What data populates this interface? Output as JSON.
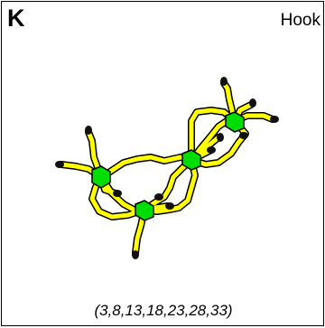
{
  "panel": {
    "letter": "K",
    "title": "Hook",
    "caption": "(3,8,13,18,23,28,33)"
  },
  "colors": {
    "background": "#ffffff",
    "border": "#000000",
    "chain": "#ffff00",
    "chain_outline": "#000000",
    "node": "#00dd00",
    "terminal": "#111111"
  }
}
